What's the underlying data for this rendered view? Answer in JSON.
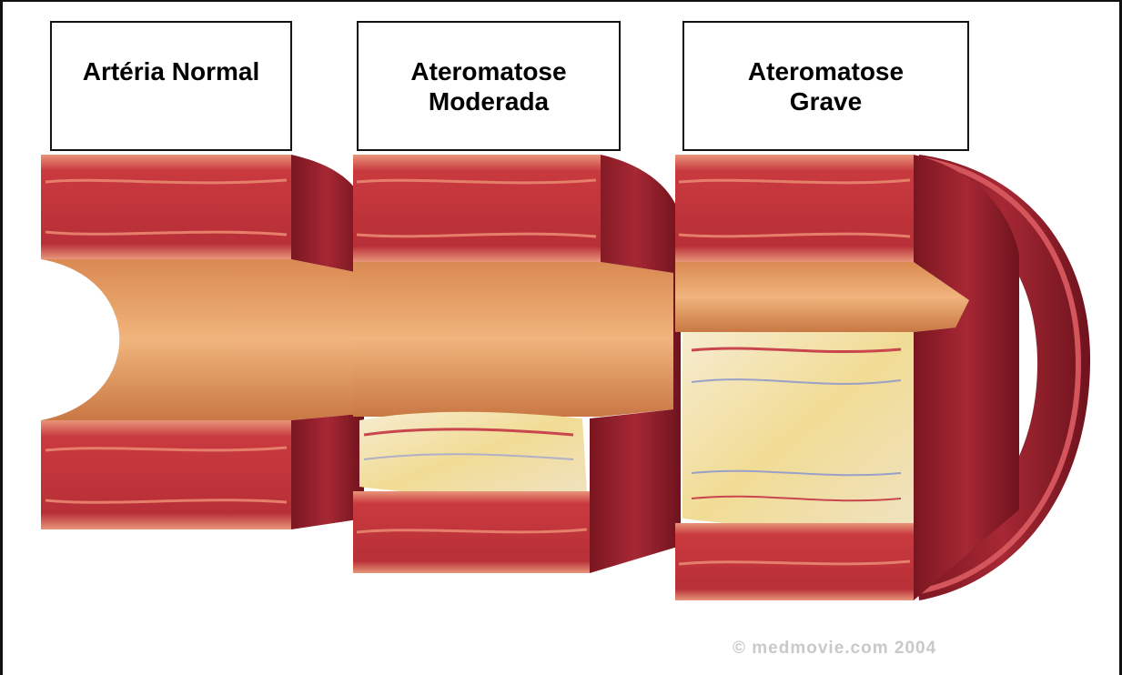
{
  "labels": {
    "normal": "Artéria Normal",
    "moderate": "Ateromatose\nModerada",
    "severe": "Ateromatose\nGrave"
  },
  "credit": "© medmovie.com 2004",
  "colors": {
    "wall": "#c93a3f",
    "wall_dark": "#8e1d28",
    "adventitia": "#e79a75",
    "lumen": "#e8a06a",
    "plaque": "#f3e2a6"
  }
}
